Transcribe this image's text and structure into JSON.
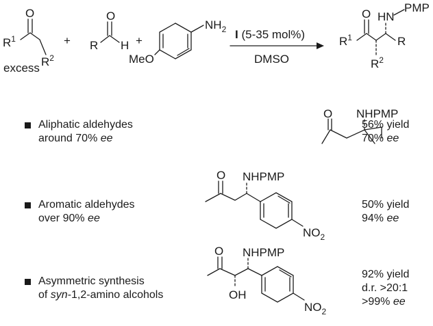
{
  "scheme": {
    "labels": {
      "o": "O",
      "r1": "R",
      "r1_sup": "1",
      "r2": "R",
      "r2_sup": "2",
      "r": "R",
      "h": "H",
      "nh2": "NH",
      "nh2_sub": "2",
      "meo": "MeO",
      "hn": "HN",
      "pmp": "PMP",
      "excess": "excess",
      "plus": "+"
    },
    "arrow": {
      "catalyst": "I",
      "loading": " (5-35 mol%)",
      "solvent": "DMSO"
    }
  },
  "examples": [
    {
      "title_line1": "Aliphatic aldehydes",
      "title_line2_pre": "around 70% ",
      "title_line2_em": "ee",
      "amine_label": "NHPMP",
      "ketone_o": "O",
      "result_line1": "56% yield",
      "result_line2_pre": "70% ",
      "result_line2_em": "ee"
    },
    {
      "title_line1": "Aromatic aldehydes",
      "title_line2_pre": "over 90% ",
      "title_line2_em": "ee",
      "amine_label": "NHPMP",
      "ketone_o": "O",
      "nitro": "NO",
      "nitro_sub": "2",
      "result_line1": "50% yield",
      "result_line2_pre": "94% ",
      "result_line2_em": "ee"
    },
    {
      "title_line1": "Asymmetric synthesis",
      "title_line2_pre": "of ",
      "title_line2_em": "syn",
      "title_line2_post": "-1,2-amino alcohols",
      "amine_label": "NHPMP",
      "ketone_o": "O",
      "hydroxyl": "OH",
      "nitro": "NO",
      "nitro_sub": "2",
      "result_line1": "92% yield",
      "result_line2": "d.r. >20:1",
      "result_line3_pre": ">99% ",
      "result_line3_em": "ee"
    }
  ]
}
